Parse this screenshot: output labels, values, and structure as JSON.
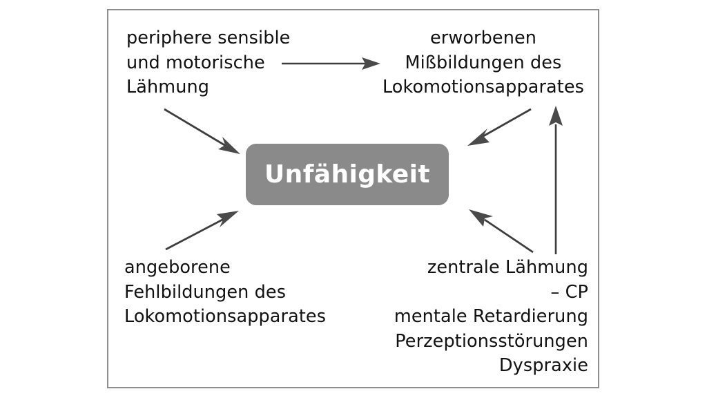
{
  "diagram": {
    "title": "Unfähigkeit",
    "frame": {
      "border_color": "#8e8e8e"
    },
    "center": {
      "label": "Unfähigkeit",
      "fill_color": "#8a8a8a",
      "text_color": "#ffffff"
    },
    "nodes": [
      {
        "id": "peripheral-paralysis",
        "position": "top-left",
        "text": "periphere sensible\nund motorische\nLähmung"
      },
      {
        "id": "acquired-deformities",
        "position": "top-right",
        "text": "erworbenen\nMißbildungen des\nLokomotionsapparates"
      },
      {
        "id": "congenital-malformations",
        "position": "bottom-left",
        "text": "angeborene\nFehlbildungen des\nLokomotionsapparates"
      },
      {
        "id": "central-paralysis",
        "position": "bottom-right",
        "text": "zentrale Lähmung\n– CP\nmentale Retardierung\nPerzeptionsstörungen\nDyspraxie"
      }
    ],
    "arrows": [
      {
        "id": "arrow-peripheral-to-acquired",
        "from": "peripheral-paralysis",
        "to": "acquired-deformities",
        "style": "straight-horizontal",
        "color": "#3d3d3d"
      },
      {
        "id": "arrow-peripheral-to-center",
        "from": "peripheral-paralysis",
        "to": "center",
        "style": "diagonal-down-right",
        "color": "#3d3d3d"
      },
      {
        "id": "arrow-congenital-to-center",
        "from": "congenital-malformations",
        "to": "center",
        "style": "diagonal-up-right",
        "color": "#3d3d3d"
      },
      {
        "id": "arrow-acquired-to-center",
        "from": "acquired-deformities",
        "to": "center",
        "style": "diagonal-down-left",
        "color": "#3d3d3d"
      },
      {
        "id": "arrow-central-to-center",
        "from": "central-paralysis",
        "to": "center",
        "style": "diagonal-up-left",
        "color": "#3d3d3d"
      },
      {
        "id": "arrow-central-to-acquired",
        "from": "central-paralysis",
        "to": "acquired-deformities",
        "style": "vertical-up",
        "color": "#3d3d3d"
      }
    ]
  }
}
